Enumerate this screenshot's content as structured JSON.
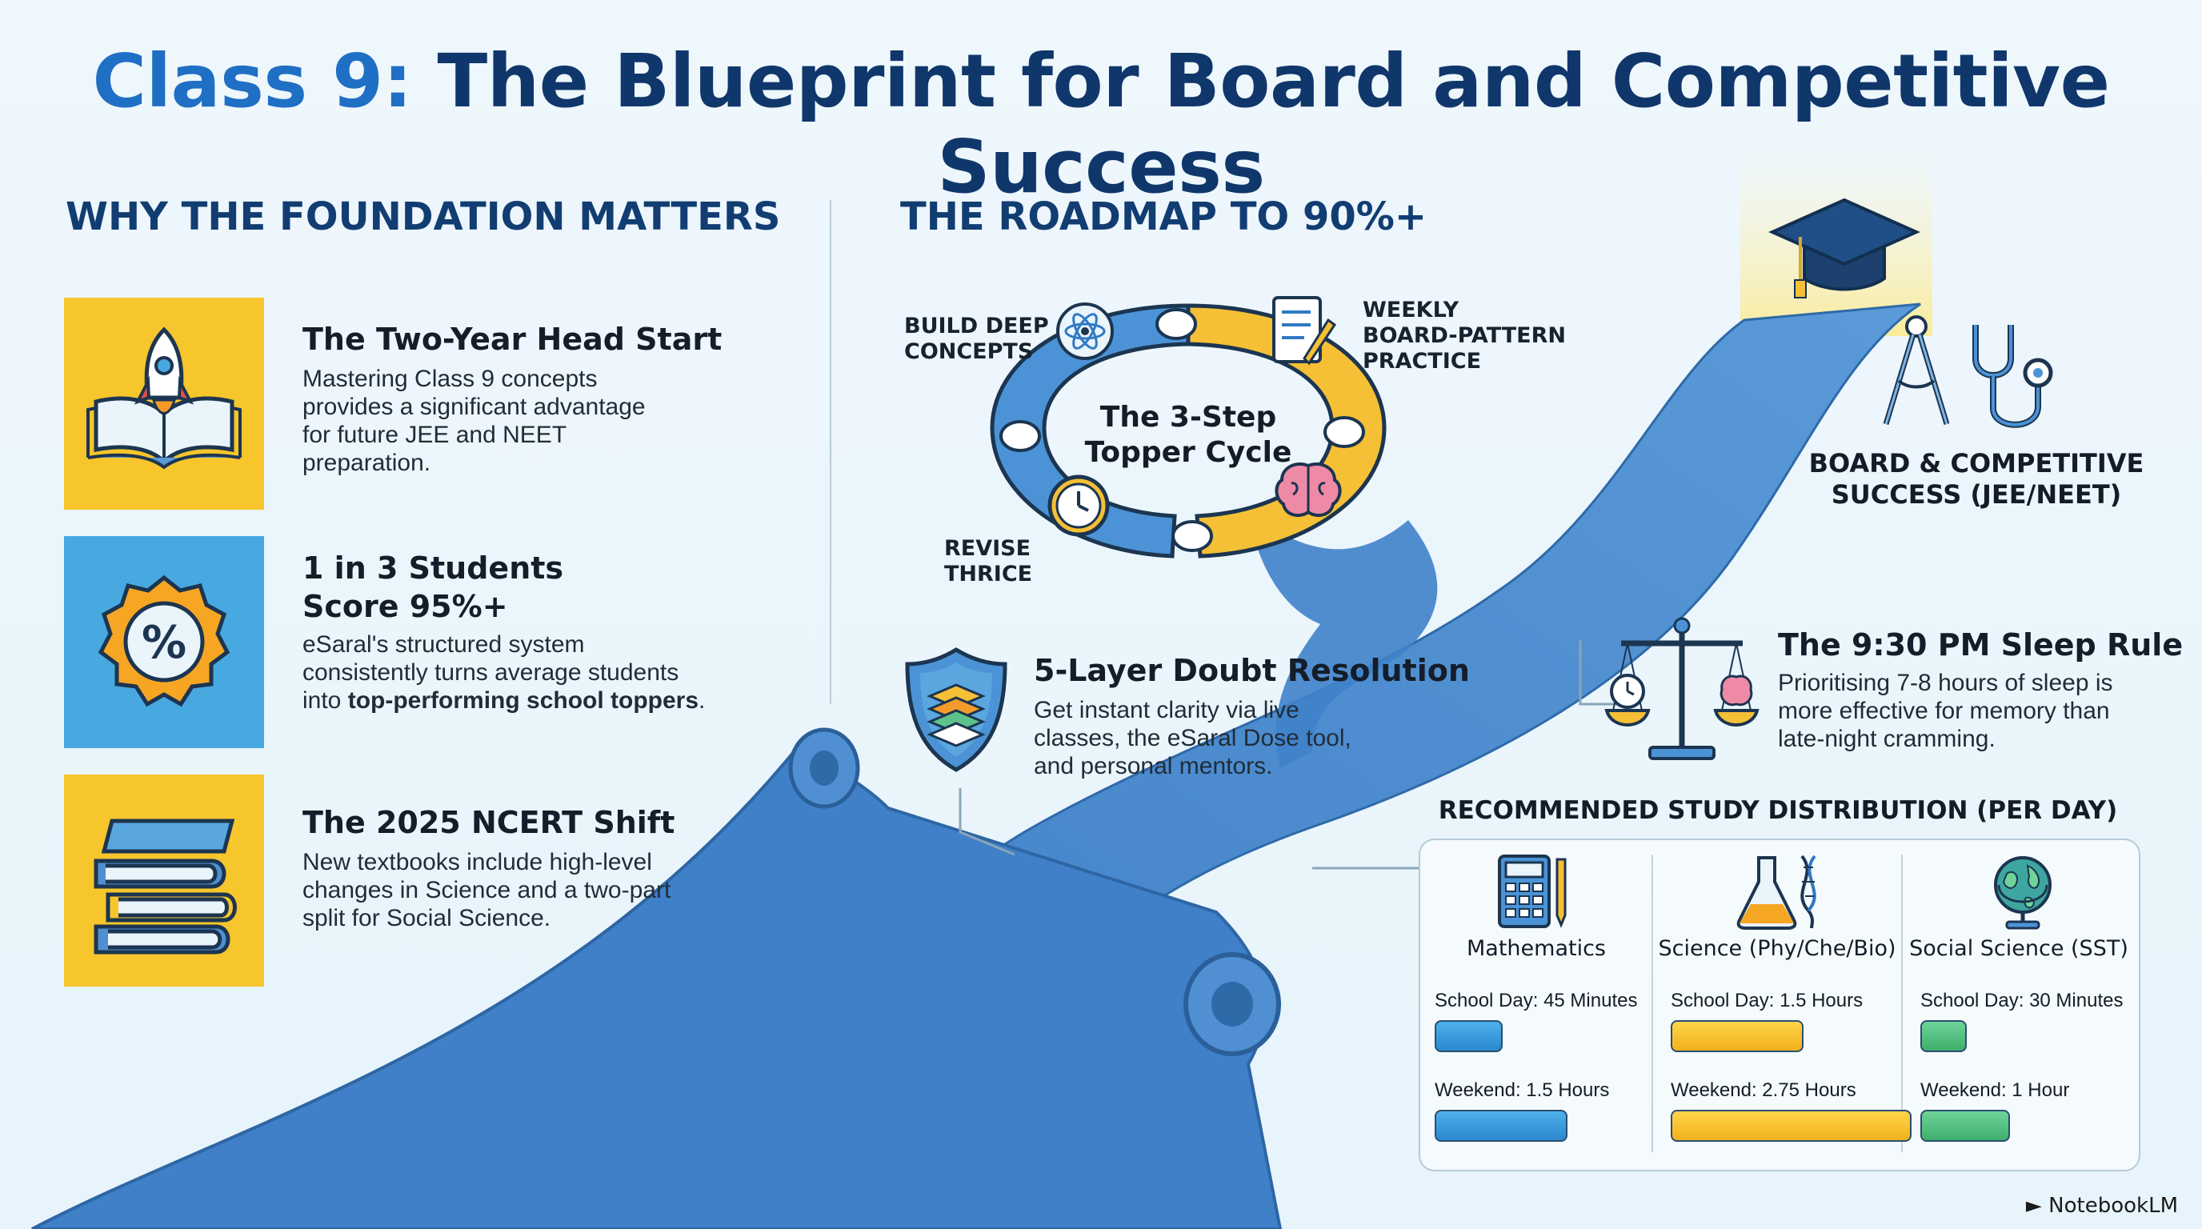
{
  "title": {
    "accent": "Class 9:",
    "main": "The Blueprint for Board and Competitive Success"
  },
  "left": {
    "heading": "WHY THE FOUNDATION MATTERS",
    "items": [
      {
        "title": "The Two-Year Head Start",
        "desc": [
          "Mastering Class 9 concepts",
          "provides a significant advantage",
          "for future JEE and NEET",
          "preparation."
        ],
        "icon": "rocket-book-icon"
      },
      {
        "title_lines": [
          "1 in 3 Students",
          "Score 95%+"
        ],
        "desc_lines": [
          "eSaral's structured system",
          "consistently turns average students",
          "into "
        ],
        "desc_bold": "top-performing school toppers",
        "desc_end": ".",
        "icon": "percent-badge-icon"
      },
      {
        "title": "The 2025 NCERT Shift",
        "desc": [
          "New textbooks include high-level",
          "changes in Science and a two-part",
          "split for Social Science."
        ],
        "icon": "book-stack-icon"
      }
    ]
  },
  "roadmap": {
    "heading": "THE ROADMAP TO 90%+",
    "cycle": {
      "center": [
        "The 3-Step",
        "Topper Cycle"
      ],
      "step_build": [
        "BUILD DEEP",
        "CONCEPTS"
      ],
      "step_weekly": [
        "WEEKLY",
        "BOARD-PATTERN",
        "PRACTICE"
      ],
      "step_revise": [
        "REVISE",
        "THRICE"
      ]
    },
    "doubt": {
      "title": "5-Layer Doubt Resolution",
      "desc": [
        "Get instant clarity via live",
        "classes, the eSaral Dose tool,",
        "and personal mentors."
      ]
    },
    "goal": [
      "BOARD & COMPETITIVE",
      "SUCCESS (JEE/NEET)"
    ],
    "sleep": {
      "title": "The 9:30 PM Sleep Rule",
      "desc": [
        "Prioritising 7-8 hours of sleep is",
        "more effective for memory than",
        "late-night cramming."
      ]
    }
  },
  "study": {
    "heading": "RECOMMENDED STUDY DISTRIBUTION (PER DAY)",
    "subjects": [
      {
        "name": "Mathematics",
        "icon": "calculator-icon",
        "school_label": "School Day: 45 Minutes",
        "school_hours": 0.75,
        "weekend_label": "Weekend: 1.5 Hours",
        "weekend_hours": 1.5,
        "color": "blue"
      },
      {
        "name": "Science (Phy/Che/Bio)",
        "icon": "flask-dna-icon",
        "school_label": "School Day: 1.5 Hours",
        "school_hours": 1.5,
        "weekend_label": "Weekend: 2.75 Hours",
        "weekend_hours": 2.75,
        "color": "yellow"
      },
      {
        "name": "Social Science (SST)",
        "icon": "globe-icon",
        "school_label": "School Day: 30 Minutes",
        "school_hours": 0.5,
        "weekend_label": "Weekend: 1 Hour",
        "weekend_hours": 1.0,
        "color": "green"
      }
    ]
  },
  "colors": {
    "title_dark": "#10376b",
    "title_accent": "#1f6fc5",
    "path_blue": "#3f82c9",
    "tile_yellow": "#f7c52c",
    "tile_blue": "#48a8e0"
  },
  "brand": "NotebookLM"
}
